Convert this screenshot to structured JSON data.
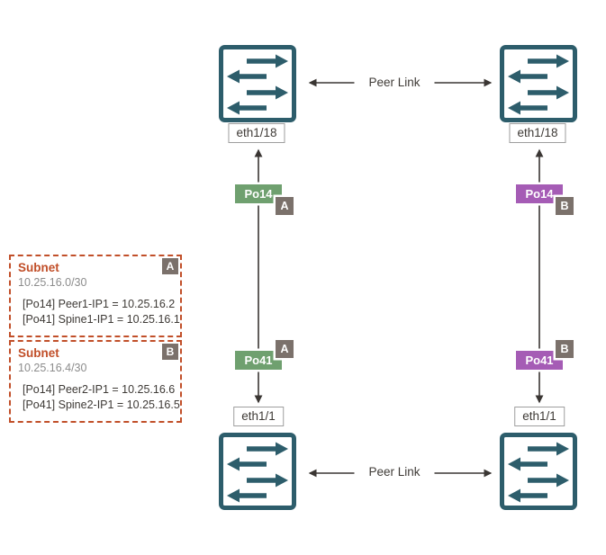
{
  "colors": {
    "teal": "#2D5D6B",
    "green": "#6FA06F",
    "purple": "#A55CB5",
    "badge-gray": "#7B716B",
    "orange": "#C14F29",
    "line": "#3A3633",
    "text-dark": "#3E3A36",
    "text-gray": "#8C8C8C",
    "label-border": "#9E9E9E"
  },
  "peer_links": {
    "top_label": "Peer Link",
    "bottom_label": "Peer Link"
  },
  "interfaces": {
    "top_left": "eth1/18",
    "top_right": "eth1/18",
    "bottom_left": "eth1/1",
    "bottom_right": "eth1/1"
  },
  "ports": {
    "po14_left": {
      "label": "Po14",
      "badge": "A"
    },
    "po14_right": {
      "label": "Po14",
      "badge": "B"
    },
    "po41_left": {
      "label": "Po41",
      "badge": "A"
    },
    "po41_right": {
      "label": "Po41",
      "badge": "B"
    }
  },
  "subnets": [
    {
      "title": "Subnet",
      "badge": "A",
      "cidr": "10.25.16.0/30",
      "entries": [
        "[Po14] Peer1-IP1 = 10.25.16.2",
        "[Po41] Spine1-IP1 = 10.25.16.1"
      ]
    },
    {
      "title": "Subnet",
      "badge": "B",
      "cidr": "10.25.16.4/30",
      "entries": [
        "[Po14] Peer2-IP1 = 10.25.16.6",
        "[Po41] Spine2-IP1 = 10.25.16.5"
      ]
    }
  ]
}
